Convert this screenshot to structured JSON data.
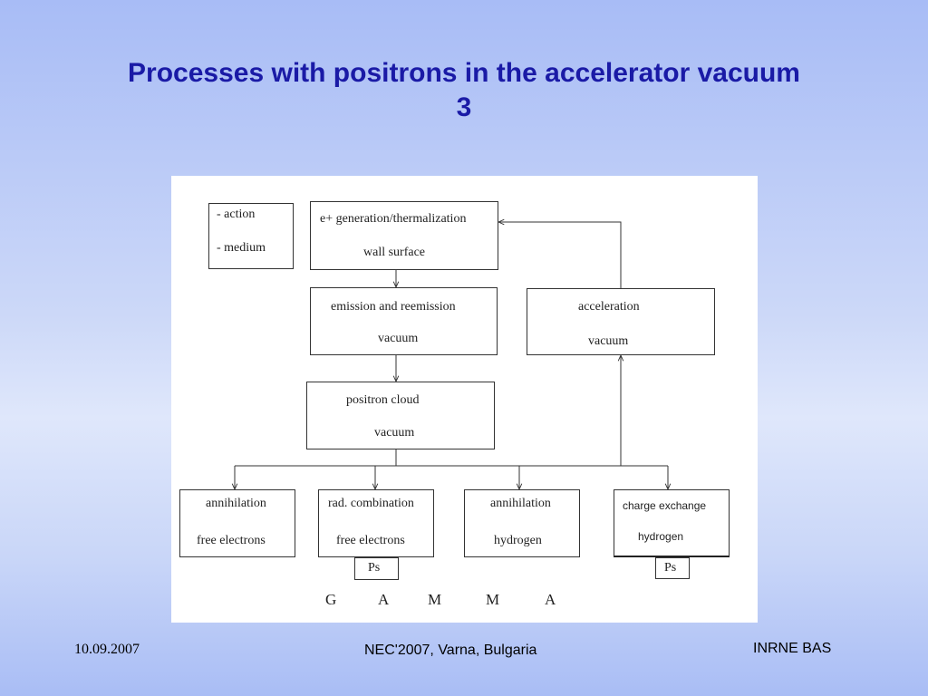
{
  "slide": {
    "title": "Processes with positrons in the accelerator vacuum",
    "title_number": "3"
  },
  "legend": {
    "action": "- action",
    "medium": "- medium"
  },
  "nodes": {
    "generation": {
      "action": "e+ generation/thermalization",
      "medium": "wall surface"
    },
    "emission": {
      "action": "emission and reemission",
      "medium": "vacuum"
    },
    "cloud": {
      "action": "positron cloud",
      "medium": "vacuum"
    },
    "acceleration": {
      "action": "acceleration",
      "medium": "vacuum"
    },
    "annihilation_free": {
      "action": "annihilation",
      "medium": "free electrons"
    },
    "rad_combination": {
      "action": "rad. combination",
      "medium": "free electrons",
      "product": "Ps"
    },
    "annihilation_hydrogen": {
      "action": "annihilation",
      "medium": "hydrogen"
    },
    "charge_exchange": {
      "action": "charge exchange",
      "medium": "hydrogen",
      "product": "Ps"
    }
  },
  "gamma_letters": [
    "G",
    "A",
    "M",
    "M",
    "A"
  ],
  "footer": {
    "date": "10.09.2007",
    "conference": "NEC'2007, Varna, Bulgaria",
    "organization": "INRNE BAS"
  }
}
